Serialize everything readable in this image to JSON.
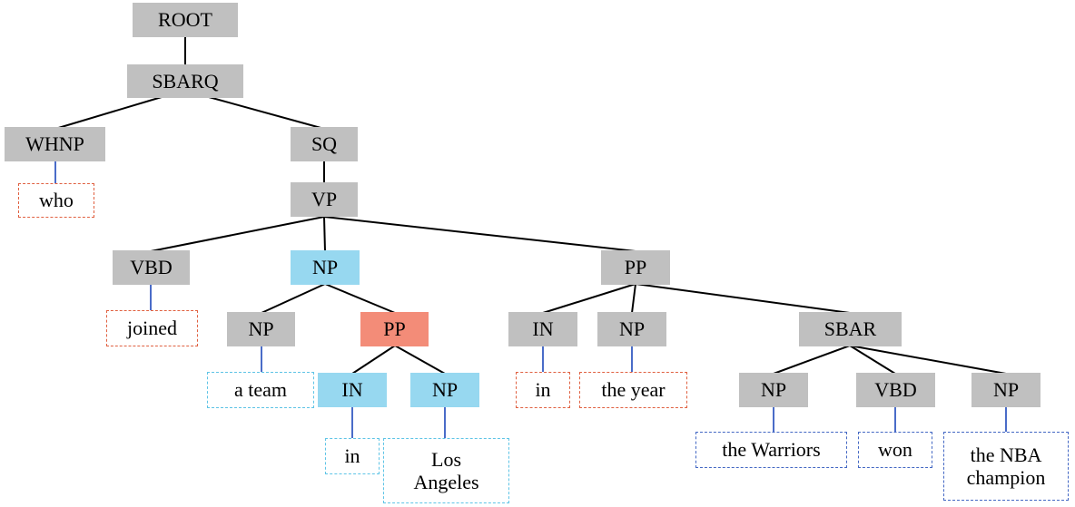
{
  "nodes": {
    "root": "ROOT",
    "sbarq": "SBARQ",
    "whnp": "WHNP",
    "sq": "SQ",
    "vp": "VP",
    "vbd1": "VBD",
    "np_main": "NP",
    "pp_main": "PP",
    "np_team": "NP",
    "pp_inner": "PP",
    "in_1": "IN",
    "np_la": "NP",
    "in_2": "IN",
    "np_year": "NP",
    "sbar": "SBAR",
    "np_warriors": "NP",
    "vbd2": "VBD",
    "np_nba": "NP"
  },
  "words": {
    "who": "who",
    "joined": "joined",
    "a_team": "a team",
    "in_la": "in",
    "los_angeles_line1": "Los",
    "los_angeles_line2": "Angeles",
    "in_year": "in",
    "the_year": "the year",
    "the_warriors": "the Warriors",
    "won": "won",
    "nba_line1": "the NBA",
    "nba_line2": "champion"
  },
  "colors": {
    "tag_gray": "#c0c0c0",
    "tag_blue": "#97d8f0",
    "tag_red": "#f38c78",
    "border_red": "#e06040",
    "border_cyan": "#5ec4e6",
    "border_navy": "#4468c4",
    "edge_black": "#000000",
    "edge_blue": "#4a6cc8"
  }
}
